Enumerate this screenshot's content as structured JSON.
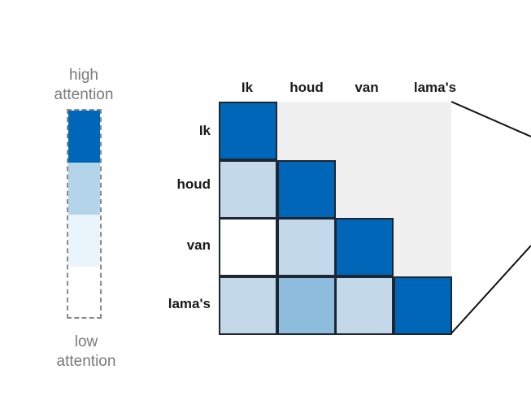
{
  "legend": {
    "high_label_line1": "high",
    "high_label_line2": "attention",
    "low_label_line1": "low",
    "low_label_line2": "attention",
    "scale_colors": [
      "#0067b8",
      "#b4d4ea",
      "#eaf4fb",
      "#ffffff"
    ]
  },
  "matrix": {
    "column_labels": [
      "Ik",
      "houd",
      "van",
      "lama's"
    ],
    "row_labels": [
      "Ik",
      "houd",
      "van",
      "lama's"
    ],
    "masked_color": "#f0f0f0",
    "cell_colors": [
      [
        "#0067b8",
        null,
        null,
        null
      ],
      [
        "#c3d8e8",
        "#0067b8",
        null,
        null
      ],
      [
        "#ffffff",
        "#c3d8e8",
        "#0067b8",
        null
      ],
      [
        "#c3d8e8",
        "#8dbcdc",
        "#c3d8e8",
        "#0067b8"
      ]
    ]
  }
}
